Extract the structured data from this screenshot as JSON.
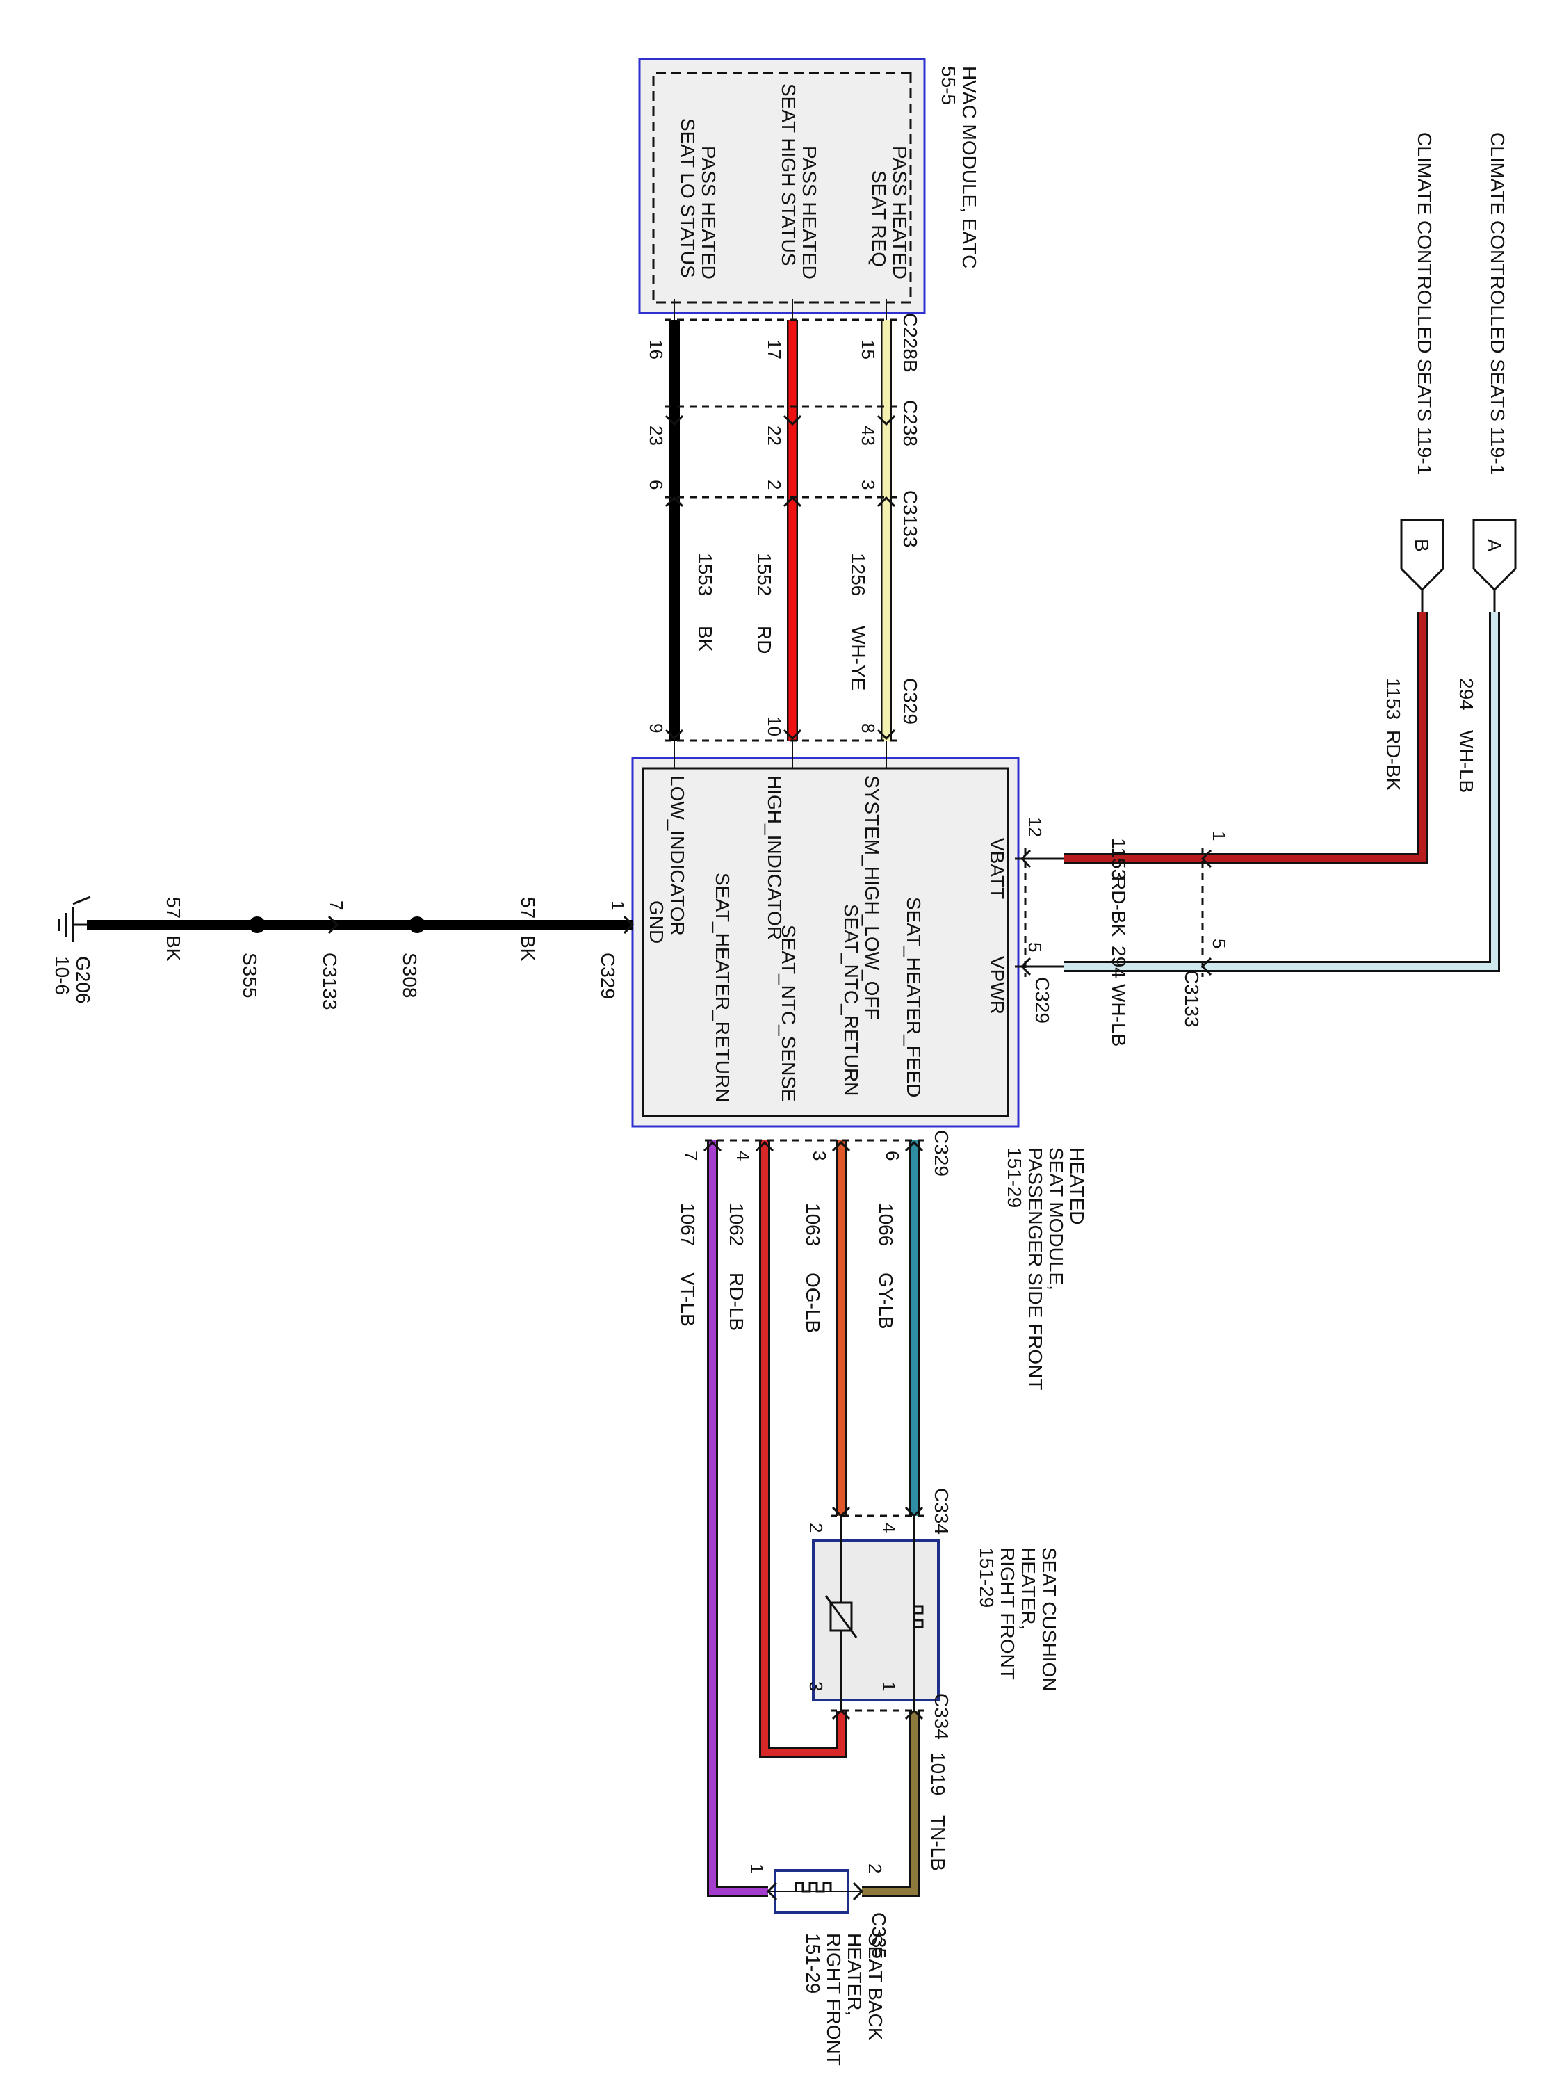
{
  "colors": {
    "BK": "#000000",
    "RD": "#ee1111",
    "RD-BK": "#b81c1c",
    "WH-YE": "#f3f0b0",
    "WH-LB": "#cfe8ee",
    "GY-LB": "#2f8ea3",
    "OG-LB": "#e0582a",
    "RD-LB": "#d82828",
    "VT-LB": "#a53ecf",
    "TN-LB": "#8d7a3c",
    "module_border": "#3030d0",
    "module_fill": "#efefef",
    "component_border": "#1e2f8a",
    "component_fill": "#ebebeb"
  },
  "refs": {
    "climate_a": "CLIMATE CONTROLLED SEATS 119-1",
    "climate_b": "CLIMATE CONTROLLED SEATS 119-1",
    "conn_a": "A",
    "conn_b": "B"
  },
  "hvac_module": {
    "title": "HVAC MODULE, EATC",
    "ref": "55-5",
    "pins": [
      [
        "PASS HEATED",
        "SEAT REQ"
      ],
      [
        "PASS HEATED",
        "SEAT HIGH STATUS"
      ],
      [
        "PASS HEATED",
        "SEAT LO STATUS"
      ]
    ]
  },
  "connectors": {
    "c228b": "C228B",
    "c238": "C238",
    "c3133": "C3133",
    "c329": "C329",
    "c334": "C334",
    "c335": "C335",
    "s308": "S308",
    "s355": "S355",
    "g206": "G206",
    "g206_ref": "10-6"
  },
  "pins": {
    "p15": "15",
    "p17": "17",
    "p16": "16",
    "p43": "43",
    "p22": "22",
    "p23": "23",
    "p3": "3",
    "p2": "2",
    "p6": "6",
    "p8": "8",
    "p10": "10",
    "p9": "9",
    "p12": "12",
    "p1": "1",
    "p5": "5",
    "gnd1": "1",
    "gnd7": "7",
    "hf6": "6",
    "hr3": "3",
    "hs4": "4",
    "hg7": "7",
    "sc4": "4",
    "sc2": "2",
    "sc1": "1",
    "sc3": "3",
    "sb2": "2",
    "sb1": "1"
  },
  "wires": {
    "w1256": {
      "circuit": "1256",
      "color": "WH-YE"
    },
    "w1552": {
      "circuit": "1552",
      "color": "RD"
    },
    "w1553": {
      "circuit": "1553",
      "color": "BK"
    },
    "w294": {
      "circuit": "294",
      "color": "WH-LB"
    },
    "w1153": {
      "circuit": "1153",
      "color": "RD-BK"
    },
    "w57a": {
      "circuit": "57",
      "color": "BK"
    },
    "w57b": {
      "circuit": "57",
      "color": "BK"
    },
    "w1066": {
      "circuit": "1066",
      "color": "GY-LB"
    },
    "w1063": {
      "circuit": "1063",
      "color": "OG-LB"
    },
    "w1062": {
      "circuit": "1062",
      "color": "RD-LB"
    },
    "w1067": {
      "circuit": "1067",
      "color": "VT-LB"
    },
    "w1019": {
      "circuit": "1019",
      "color": "TN-LB"
    }
  },
  "heated_module": {
    "title": [
      "HEATED",
      "SEAT MODULE,",
      "PASSENGER SIDE FRONT"
    ],
    "ref": "151-29",
    "pins": {
      "vbatt": "VBATT",
      "vpwr": "VPWR",
      "system": "SYSTEM_HIGH_LOW_OFF",
      "high": "HIGH_INDICATOR",
      "low": "LOW_INDICATOR",
      "gnd": "GND",
      "feed": "SEAT_HEATER_FEED",
      "ntc_return": "SEAT_NTC_RETURN",
      "ntc_sense": "SEAT_NTC_SENSE",
      "return": "SEAT_HEATER_RETURN"
    }
  },
  "seat_cushion": {
    "title": [
      "SEAT CUSHION",
      "HEATER,",
      "RIGHT FRONT"
    ],
    "ref": "151-29"
  },
  "seat_back": {
    "title": [
      "SEAT BACK",
      "HEATER,",
      "RIGHT FRONT"
    ],
    "ref": "151-29"
  }
}
